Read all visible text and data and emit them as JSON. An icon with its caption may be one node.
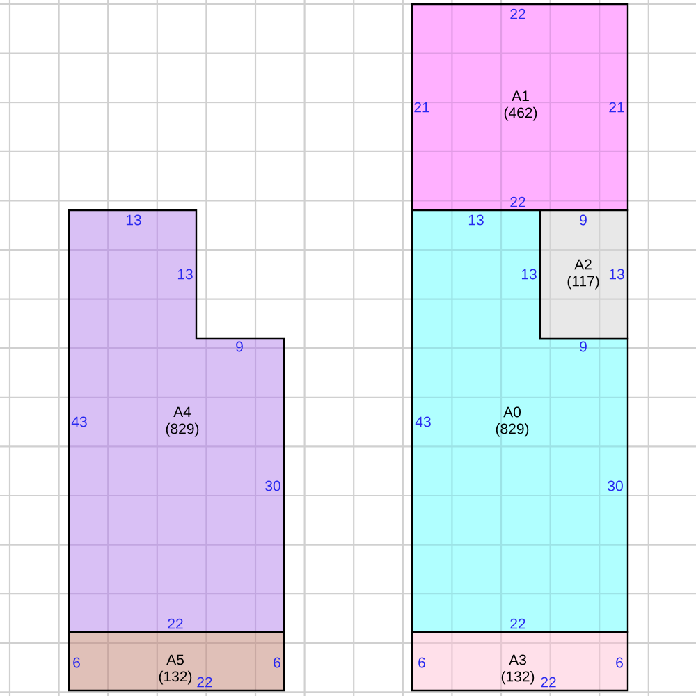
{
  "diagram": {
    "nodes": [
      {
        "text": [
          "22",
          "21",
          "A1 (462)",
          "21",
          "22"
        ]
      },
      {
        "text": [
          "13",
          "13",
          "9",
          "43",
          "A4 (829)",
          "30",
          "22"
        ]
      },
      {
        "text": [
          "13",
          "13",
          "9",
          "43",
          "A0 (829)",
          "30",
          "22"
        ]
      },
      {
        "text": [
          "9",
          "A2 (117)",
          "13"
        ]
      },
      {
        "text": [
          "6",
          "A5 (132)",
          "6",
          "22"
        ]
      },
      {
        "text": [
          "6",
          "A3 (132)",
          "6",
          "22"
        ]
      }
    ]
  }
}
